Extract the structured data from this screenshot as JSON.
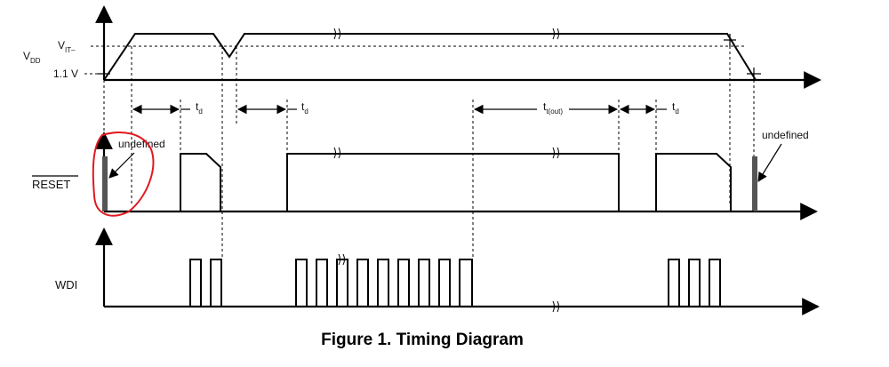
{
  "labels": {
    "vdd_main": "V",
    "vdd_sub": "DD",
    "vit_main": "V",
    "vit_sub": "IT–",
    "v11": "1.1 V",
    "reset": "RESET",
    "wdi": "WDI",
    "td": "t",
    "td_sub": "d",
    "tout": "t",
    "tout_sub": "t(out)",
    "undefined": "undefined"
  },
  "caption": "Figure 1.  Timing Diagram",
  "colors": {
    "annotation": "#e0191f",
    "undefined_region": "#555555"
  }
}
